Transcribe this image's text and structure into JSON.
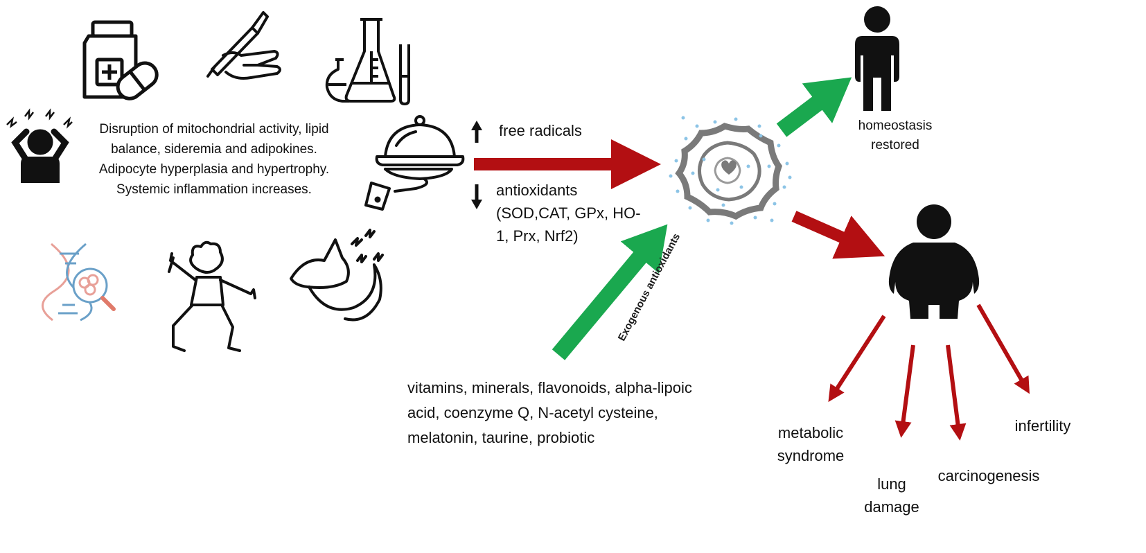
{
  "causes_text": "Disruption of mitochondrial activity, lipid\nbalance, sideremia and adipokines.\nAdipocyte hyperplasia and hypertrophy.\nSystemic inflammation increases.",
  "free_radicals": "free radicals",
  "antioxidants": "antioxidants\n(SOD,CAT, GPx, HO-\n1, Prx, Nrf2)",
  "exogenous_label": "Exogenous antioxidants",
  "exogenous_list": "vitamins, minerals, flavonoids, alpha-lipoic\nacid, coenzyme Q, N-acetyl cysteine,\nmelatonin, taurine, probiotic",
  "homeostasis": "homeostasis\nrestored",
  "outcomes": {
    "metabolic": "metabolic\nsyndrome",
    "lung": "lung\ndamage",
    "carcinogenesis": "carcinogenesis",
    "infertility": "infertility"
  },
  "colors": {
    "red_arrow": "#b30f12",
    "green_arrow": "#1aa84f",
    "cell_gray": "#7a7a7a",
    "dot_blue": "#8cc4e6",
    "silhouette": "#111111"
  },
  "icons": [
    "stressed-person-icon",
    "medicine-bottle-pill-icon",
    "scalpel-hand-icon",
    "lab-flasks-icon",
    "food-cloche-icon",
    "dna-magnifier-icon",
    "exercising-person-icon",
    "spicy-food-icon",
    "cell-icon",
    "healthy-person-icon",
    "obese-person-icon"
  ]
}
